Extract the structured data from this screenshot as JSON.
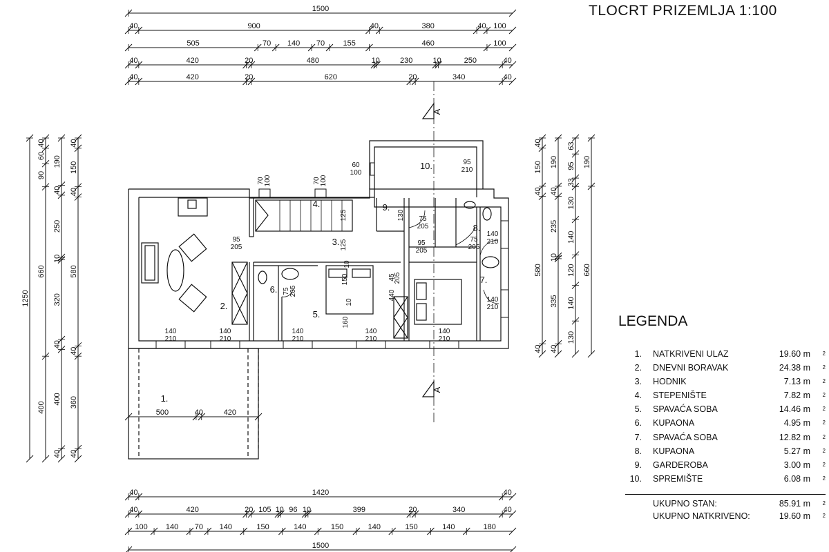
{
  "title": "TLOCRT PRIZEMLJA 1:100",
  "legend": {
    "heading": "LEGENDA",
    "items": [
      {
        "num": "1.",
        "name": "NATKRIVENI ULAZ",
        "area": "19.60 m"
      },
      {
        "num": "2.",
        "name": "DNEVNI BORAVAK",
        "area": "24.38 m"
      },
      {
        "num": "3.",
        "name": "HODNIK",
        "area": "7.13 m"
      },
      {
        "num": "4.",
        "name": "STEPENIŠTE",
        "area": "7.82 m"
      },
      {
        "num": "5.",
        "name": "SPAVAĆA SOBA",
        "area": "14.46 m"
      },
      {
        "num": "6.",
        "name": "KUPAONA",
        "area": "4.95 m"
      },
      {
        "num": "7.",
        "name": "SPAVAĆA SOBA",
        "area": "12.82 m"
      },
      {
        "num": "8.",
        "name": "KUPAONA",
        "area": "5.27 m"
      },
      {
        "num": "9.",
        "name": "GARDEROBA",
        "area": "3.00 m"
      },
      {
        "num": "10.",
        "name": "SPREMIŠTE",
        "area": "6.08 m"
      }
    ],
    "unit_sup": "2",
    "totals": [
      {
        "label": "UKUPNO STAN:",
        "area": "85.91 m"
      },
      {
        "label": "UKUPNO NATKRIVENO:",
        "area": "19.60 m"
      }
    ]
  },
  "section_marker": "A",
  "rooms": [
    "1.",
    "2.",
    "3.",
    "4.",
    "5.",
    "6.",
    "7.",
    "8.",
    "9.",
    "10."
  ],
  "dim_rows": {
    "top1": [
      "1500"
    ],
    "top2": [
      "40",
      "900",
      "40",
      "380",
      "40",
      "100"
    ],
    "top3": [
      "505",
      "70",
      "140",
      "70",
      "155",
      "460",
      "100"
    ],
    "top4": [
      "40",
      "420",
      "20",
      "480",
      "10",
      "230",
      "10",
      "250",
      "40"
    ],
    "top5": [
      "40",
      "420",
      "20",
      "620",
      "20",
      "340",
      "40"
    ],
    "bot1": [
      "40",
      "1420",
      "40"
    ],
    "bot2": [
      "40",
      "420",
      "20",
      "105",
      "10",
      "96",
      "10",
      "399",
      "20",
      "340",
      "40"
    ],
    "bot3": [
      "100",
      "140",
      "70",
      "140",
      "150",
      "140",
      "150",
      "140",
      "150",
      "140",
      "180"
    ],
    "bot4": [
      "1500"
    ],
    "porch": [
      "500",
      "40",
      "420"
    ],
    "left1": [
      "1250"
    ],
    "left2": [
      "40",
      "60",
      "90",
      "660",
      "400"
    ],
    "left3": [
      "190",
      "40",
      "250",
      "10",
      "320",
      "40",
      "400",
      "40"
    ],
    "left4": [
      "40",
      "150",
      "40",
      "580",
      "40",
      "360",
      "40"
    ],
    "right1": [
      "40",
      "150",
      "40",
      "580",
      "40"
    ],
    "right2": [
      "190",
      "40",
      "235",
      "10",
      "335",
      "40"
    ],
    "right3": [
      "63",
      "95",
      "33",
      "130",
      "140",
      "120",
      "140",
      "130"
    ],
    "right4": [
      "190",
      "660"
    ]
  },
  "openings": [
    "140/210",
    "140/210",
    "140/210",
    "140/210",
    "140/210",
    "95/205",
    "95/205",
    "95/210",
    "75/205",
    "75/205",
    "75/205",
    "140/210",
    "140/210",
    "60/100",
    "70/100",
    "70/100"
  ],
  "interior_dims": [
    "125",
    "125",
    "130",
    "160",
    "150",
    "10",
    "10",
    "45",
    "440",
    "205"
  ]
}
